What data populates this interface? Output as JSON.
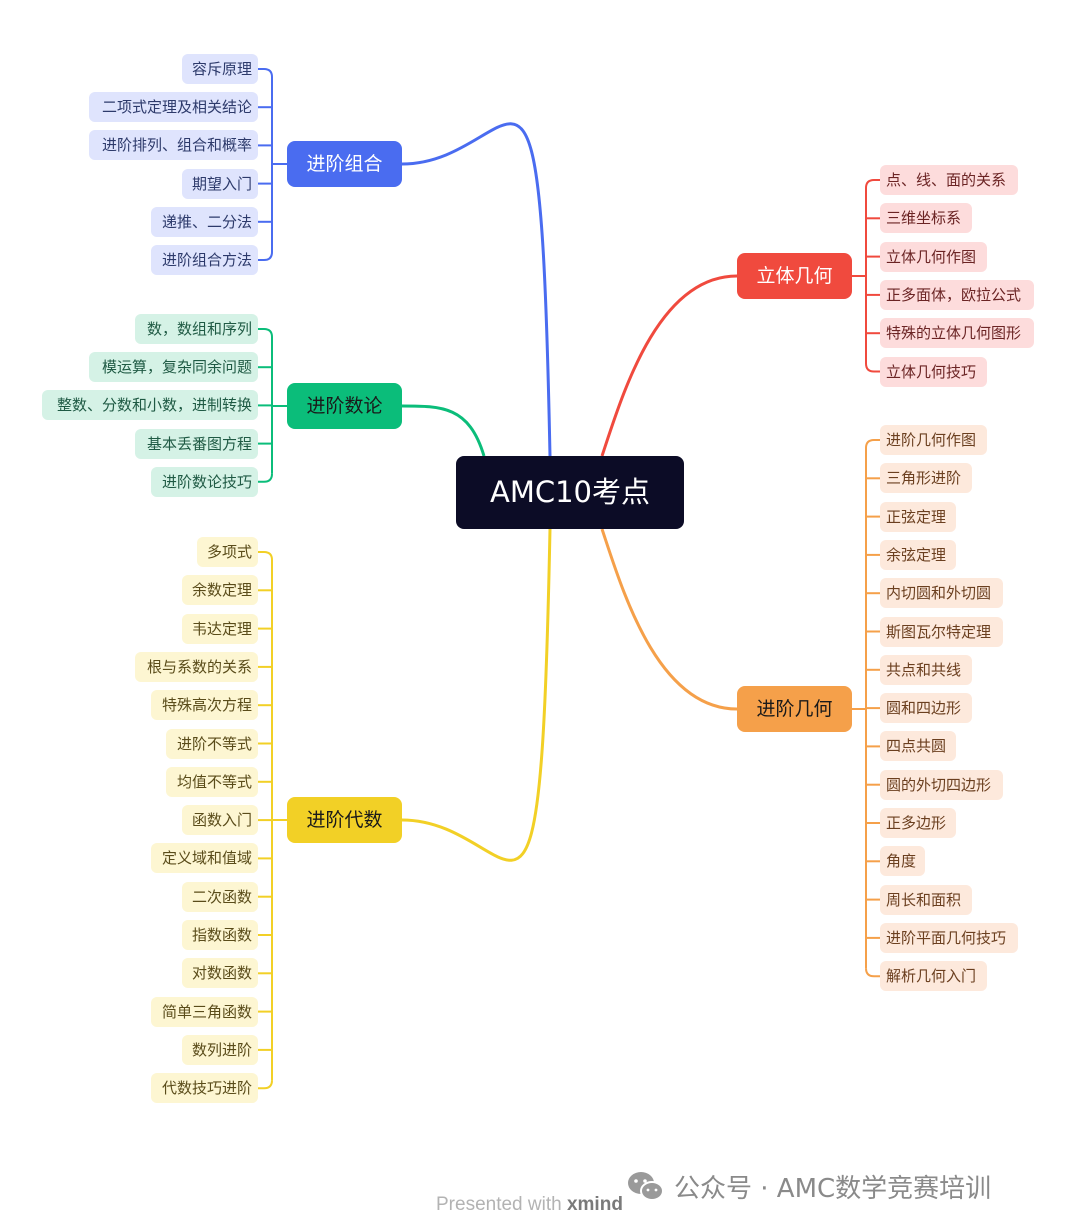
{
  "root": {
    "label": "AMC10考点"
  },
  "branches": [
    {
      "id": "combinatorics",
      "label": "进阶组合",
      "side": "left",
      "color": "#4a6cf0",
      "leaf_bg": "#dfe4fd",
      "leaf_fg": "#2d3a6b",
      "branch_fg": "#ffffff",
      "children": [
        "容斥原理",
        "二项式定理及相关结论",
        "进阶排列、组合和概率",
        "期望入门",
        "递推、二分法",
        "进阶组合方法"
      ]
    },
    {
      "id": "number-theory",
      "label": "进阶数论",
      "side": "left",
      "color": "#0bbd7a",
      "leaf_bg": "#d5f2e6",
      "leaf_fg": "#1f5a44",
      "branch_fg": "#1a1a1a",
      "children": [
        "数，数组和序列",
        "模运算，复杂同余问题",
        "整数、分数和小数，进制转换",
        "基本丢番图方程",
        "进阶数论技巧"
      ]
    },
    {
      "id": "algebra",
      "label": "进阶代数",
      "side": "left",
      "color": "#f2d026",
      "leaf_bg": "#fdf6d2",
      "leaf_fg": "#5a4c1a",
      "branch_fg": "#1a1a1a",
      "children": [
        "多项式",
        "余数定理",
        "韦达定理",
        "根与系数的关系",
        "特殊高次方程",
        "进阶不等式",
        "均值不等式",
        "函数入门",
        "定义域和值域",
        "二次函数",
        "指数函数",
        "对数函数",
        "简单三角函数",
        "数列进阶",
        "代数技巧进阶"
      ]
    },
    {
      "id": "solid-geometry",
      "label": "立体几何",
      "side": "right",
      "color": "#f04a3e",
      "leaf_bg": "#fddcdc",
      "leaf_fg": "#6b2424",
      "branch_fg": "#ffffff",
      "children": [
        "点、线、面的关系",
        "三维坐标系",
        "立体几何作图",
        "正多面体，欧拉公式",
        "特殊的立体几何图形",
        "立体几何技巧"
      ]
    },
    {
      "id": "geometry",
      "label": "进阶几何",
      "side": "right",
      "color": "#f5a04a",
      "leaf_bg": "#fde9dc",
      "leaf_fg": "#6b3f1f",
      "branch_fg": "#1a1a1a",
      "children": [
        "进阶几何作图",
        "三角形进阶",
        "正弦定理",
        "余弦定理",
        "内切圆和外切圆",
        "斯图瓦尔特定理",
        "共点和共线",
        "圆和四边形",
        "四点共圆",
        "圆的外切四边形",
        "正多边形",
        "角度",
        "周长和面积",
        "进阶平面几何技巧",
        "解析几何入门"
      ]
    }
  ],
  "footer": {
    "presented": "Presented with",
    "brand": "xmind",
    "account": "公众号 · AMC数学竞赛培训"
  }
}
